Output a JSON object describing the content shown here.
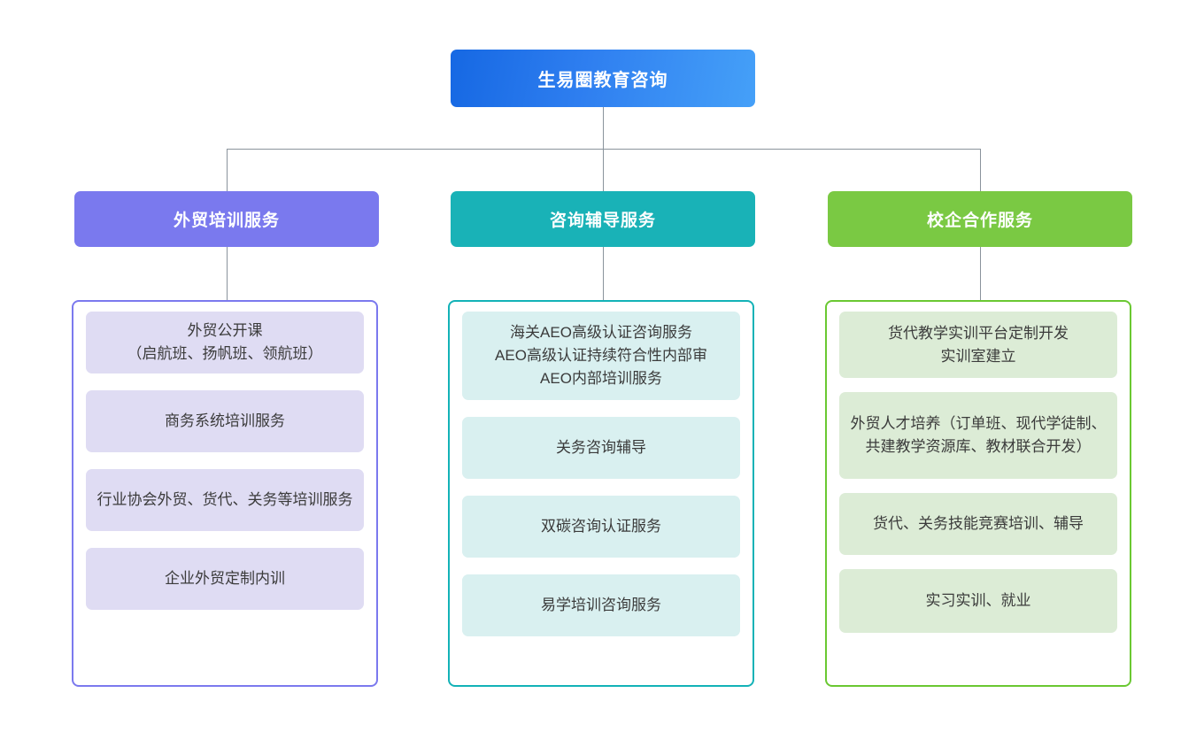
{
  "root": {
    "label": "生易圈教育咨询",
    "color": "#1668e3",
    "color_end": "#45a0f8"
  },
  "connector_color": "#8a939c",
  "branches": [
    {
      "header": "外贸培训服务",
      "header_color": "#7a79ee",
      "border_color": "#7b79ee",
      "item_color": "#dfdcf3",
      "items": [
        "外贸公开课\n（启航班、扬帆班、领航班）",
        "商务系统培训服务",
        "行业协会外贸、货代、关务等培训服务",
        "企业外贸定制内训"
      ]
    },
    {
      "header": "咨询辅导服务",
      "header_color": "#19b2b7",
      "border_color": "#13b2b7",
      "item_color": "#d9f0f0",
      "items": [
        "海关AEO高级认证咨询服务\nAEO高级认证持续符合性内部审\nAEO内部培训服务",
        "关务咨询辅导",
        "双碳咨询认证服务",
        "易学培训咨询服务"
      ]
    },
    {
      "header": "校企合作服务",
      "header_color": "#7ac943",
      "border_color": "#6ac832",
      "item_color": "#dcecd6",
      "items": [
        "货代教学实训平台定制开发\n实训室建立",
        "外贸人才培养（订单班、现代学徒制、共建教学资源库、教材联合开发）",
        "货代、关务技能竞赛培训、辅导",
        "实习实训、就业"
      ]
    }
  ]
}
